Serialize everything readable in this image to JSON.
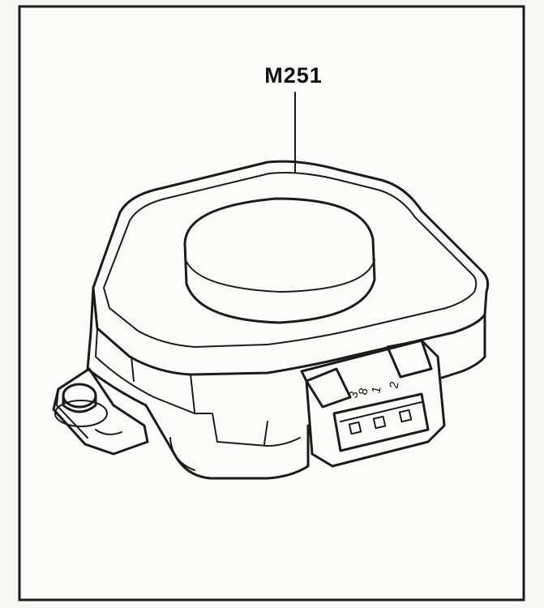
{
  "diagram": {
    "part_label": "M251",
    "pin_labels": {
      "left": "3",
      "mid_a": "8",
      "mid_b": "1",
      "right": "2"
    }
  }
}
